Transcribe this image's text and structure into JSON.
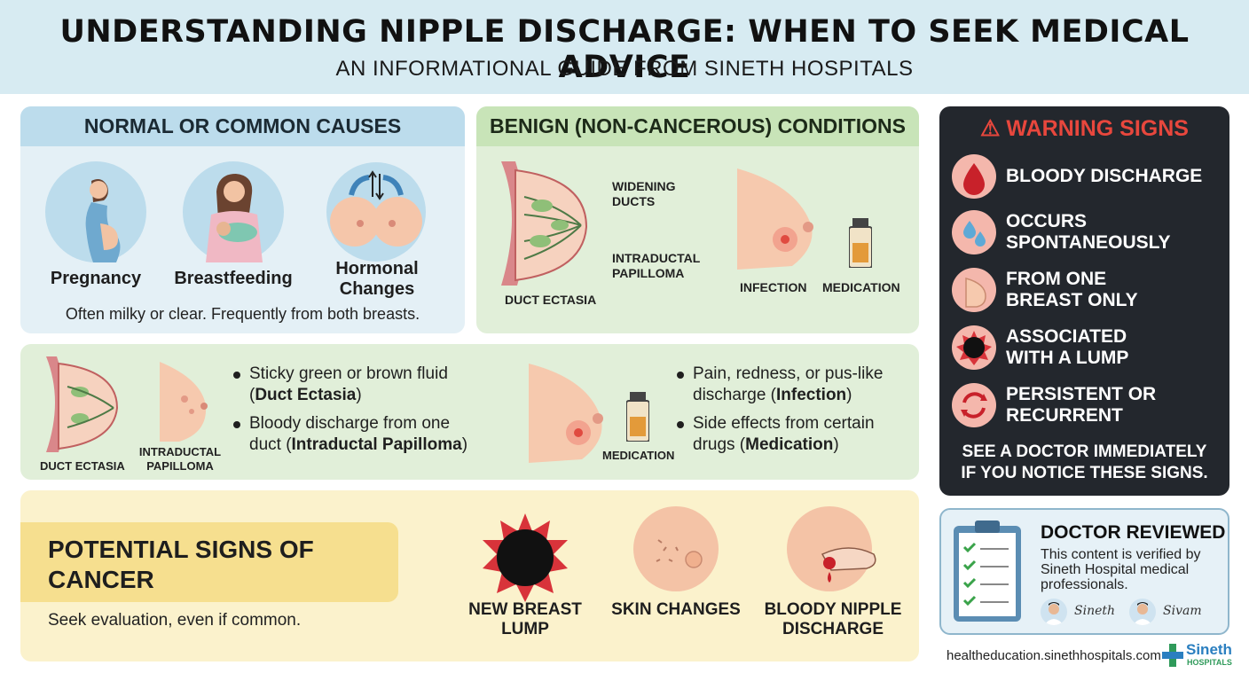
{
  "header": {
    "title": "UNDERSTANDING NIPPLE DISCHARGE: WHEN TO SEEK MEDICAL ADVICE",
    "subtitle": "AN INFORMATIONAL GUIDE FROM SINETH HOSPITALS"
  },
  "normal": {
    "heading": "NORMAL OR COMMON CAUSES",
    "items": [
      {
        "label": "Pregnancy",
        "icon": "pregnant-woman-icon"
      },
      {
        "label": "Breastfeeding",
        "icon": "breastfeeding-icon"
      },
      {
        "label_line1": "Hormonal",
        "label_line2": "Changes",
        "icon": "hormonal-breasts-icon"
      }
    ],
    "note": "Often milky or clear. Frequently from both breasts."
  },
  "benign": {
    "heading": "BENIGN (NON-CANCEROUS) CONDITIONS",
    "duct_ectasia": "DUCT ECTASIA",
    "widening_line1": "WIDENING",
    "widening_line2": "DUCTS",
    "papilloma_line1": "INTRADUCTAL",
    "papilloma_line2": "PAPILLOMA",
    "infection": "INFECTION",
    "medication": "MEDICATION"
  },
  "mid": {
    "duct_ectasia": "DUCT ECTASIA",
    "papilloma_line1": "INTRADUCTAL",
    "papilloma_line2": "PAPILLOMA",
    "medication": "MEDICATION",
    "b1_line1": "Sticky green or brown fluid",
    "b1_open": "(",
    "b1_bold": "Duct Ectasia",
    "b1_close": ")",
    "b2_line1": "Bloody discharge from one",
    "b2_pre": "duct (",
    "b2_bold": "Intraductal Papilloma",
    "b2_close": ")",
    "b3_line1": "Pain, redness, or pus-like",
    "b3_pre": "discharge (",
    "b3_bold": "Infection",
    "b3_close": ")",
    "b4_line1": "Side effects from certain",
    "b4_pre": "drugs (",
    "b4_bold": "Medication",
    "b4_close": ")"
  },
  "cancer": {
    "heading_line1": "POTENTIAL SIGNS OF",
    "heading_line2": "CANCER",
    "note": "Seek evaluation, even if common.",
    "lump_line1": "NEW BREAST",
    "lump_line2": "LUMP",
    "skin": "SKIN CHANGES",
    "bloody_line1": "BLOODY NIPPLE",
    "bloody_line2": "DISCHARGE"
  },
  "warning": {
    "heading": "WARNING SIGNS",
    "items": [
      {
        "line1": "BLOODY DISCHARGE",
        "line2": "",
        "icon": "blood-drop-icon"
      },
      {
        "line1": "OCCURS",
        "line2": "SPONTANEOUSLY",
        "icon": "water-drops-icon"
      },
      {
        "line1": "FROM ONE",
        "line2": "BREAST ONLY",
        "icon": "single-breast-icon"
      },
      {
        "line1": "ASSOCIATED",
        "line2": "WITH A LUMP",
        "icon": "lump-icon"
      },
      {
        "line1": "PERSISTENT OR",
        "line2": "RECURRENT",
        "icon": "recurring-arrows-icon"
      }
    ],
    "footer_line1": "SEE A DOCTOR IMMEDIATELY",
    "footer_line2": "IF YOU NOTICE THESE SIGNS.",
    "accent": "#e8473d"
  },
  "doctor": {
    "heading": "DOCTOR REVIEWED",
    "line1": "This content is verified by",
    "line2": "Sineth Hospital medical",
    "line3": "professionals.",
    "signature1": "Sineth",
    "signature2": "Sivam"
  },
  "footer": {
    "url": "healtheducation.sinethhospitals.com",
    "brand": "Sineth",
    "brand_sub": "HOSPITALS"
  }
}
